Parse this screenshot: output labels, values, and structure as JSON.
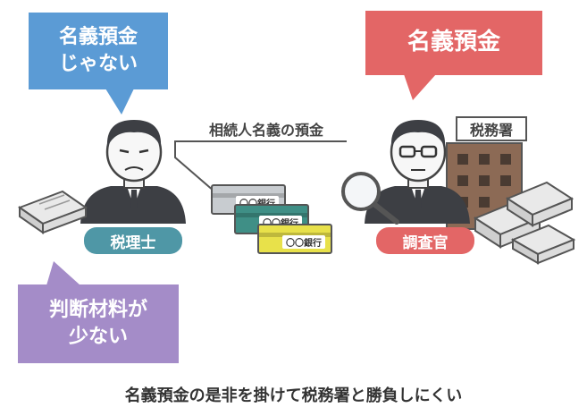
{
  "bubbles": {
    "tax_accountant_view": "名義預金\nじゃない",
    "investigator_view": "名義預金",
    "insufficient_evidence": "判断材料が\n少ない"
  },
  "roles": {
    "tax_accountant": "税理士",
    "investigator": "調査官"
  },
  "deposit_label": "相続人名義の預金",
  "tax_office_sign": "税務署",
  "bank_card_label": "〇〇銀行",
  "caption": "名義預金の是非を掛けて税務署と勝負しにくい",
  "colors": {
    "blue": "#5b9bd5",
    "red": "#e36666",
    "purple": "#a48cc8",
    "teal": "#4f97a6"
  }
}
